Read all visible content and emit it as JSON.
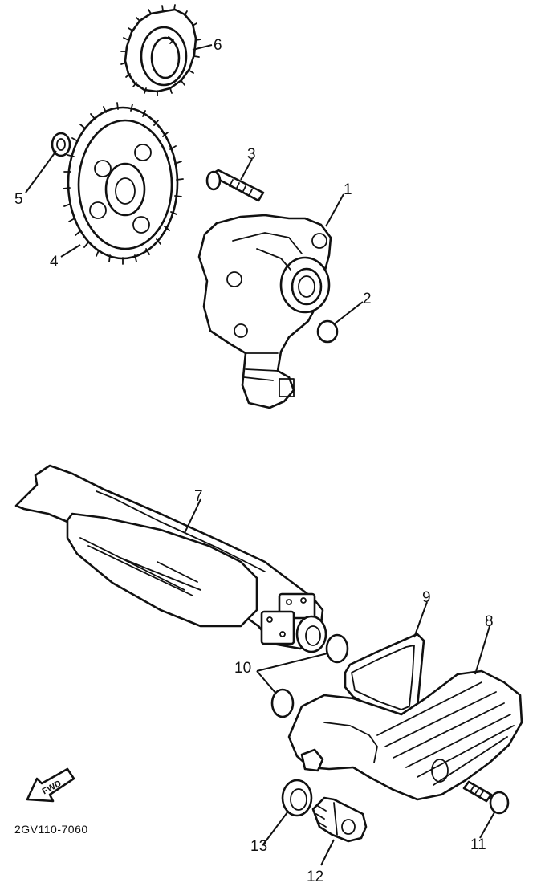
{
  "diagram": {
    "part_labels": {
      "p1": "1",
      "p2": "2",
      "p3": "3",
      "p4": "4",
      "p5": "5",
      "p6": "6",
      "p7": "7",
      "p8": "8",
      "p9": "9",
      "p10": "10",
      "p11": "11",
      "p12": "12",
      "p13": "13"
    },
    "front_arrow_label": "FWD",
    "reference_code": "2GV110-7060"
  }
}
